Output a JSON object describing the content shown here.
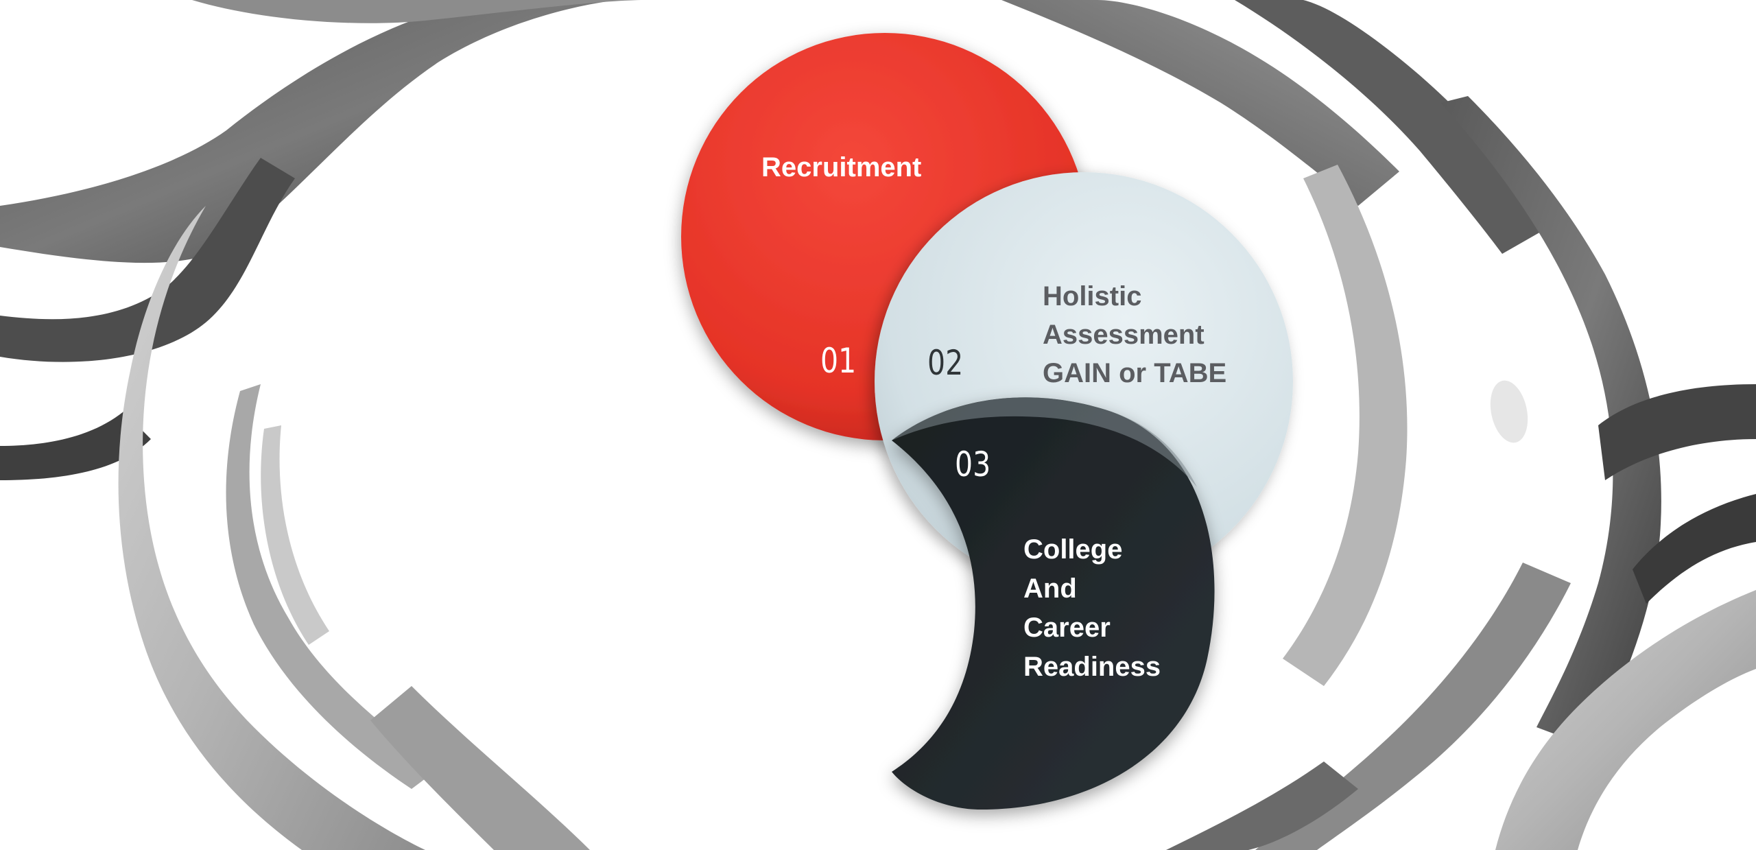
{
  "steps": [
    {
      "number": "01",
      "title_lines": [
        "Recruitment"
      ],
      "color": "#e8382b"
    },
    {
      "number": "02",
      "title_lines": [
        "Holistic",
        "Assessment",
        "GAIN or TABE"
      ],
      "color": "#d4e1e6"
    },
    {
      "number": "03",
      "title_lines": [
        "College",
        "And",
        "Career",
        "Readiness"
      ],
      "color": "#23292c"
    }
  ],
  "background": {
    "image": "hands-forming-circle",
    "tone": "black-and-white"
  }
}
